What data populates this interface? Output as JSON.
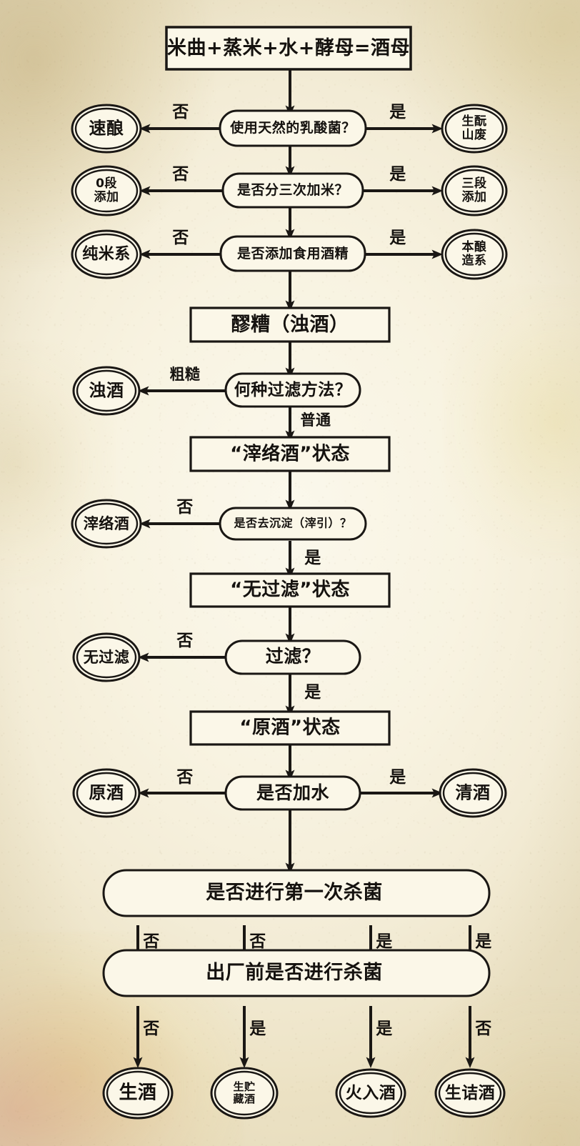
{
  "theme": {
    "paper_color": "#f7f2df",
    "ink_color": "#1a1714",
    "shape_fill": "#fbf7e8"
  },
  "diagram": {
    "title_node": {
      "label": "米曲+蒸米+水+酵母=酒母",
      "shape": "rect"
    },
    "decisions": [
      {
        "id": "d1",
        "label": "使用天然的乳酸菌？",
        "shape": "stadium"
      },
      {
        "id": "d2",
        "label": "是否分三次加米？",
        "shape": "stadium"
      },
      {
        "id": "d3",
        "label": "是否添加食用酒精",
        "shape": "stadium"
      },
      {
        "id": "d4",
        "label": "何种过滤方法？",
        "shape": "stadium"
      },
      {
        "id": "d5",
        "label": "是否去沉淀（滓引）？",
        "shape": "stadium"
      },
      {
        "id": "d6",
        "label": "过滤？",
        "shape": "stadium"
      },
      {
        "id": "d7",
        "label": "是否加水",
        "shape": "stadium"
      },
      {
        "id": "d8",
        "label": "是否进行第一次杀菌",
        "shape": "wide-stadium"
      },
      {
        "id": "d9",
        "label": "出厂前是否进行杀菌",
        "shape": "wide-stadium"
      }
    ],
    "states": [
      {
        "id": "s1",
        "label": "醪糟（浊酒）",
        "shape": "rect"
      },
      {
        "id": "s2",
        "label": "“滓络酒”状态",
        "shape": "rect"
      },
      {
        "id": "s3",
        "label": "“无过滤”状态",
        "shape": "rect"
      },
      {
        "id": "s4",
        "label": "“原酒”状态",
        "shape": "rect"
      }
    ],
    "outcomes_left": [
      {
        "id": "o1",
        "label": "速酿",
        "lines": [
          "速酿"
        ]
      },
      {
        "id": "o2",
        "label": "0段添加",
        "lines": [
          "0段",
          "添加"
        ]
      },
      {
        "id": "o3",
        "label": "纯米系",
        "lines": [
          "纯米系"
        ]
      },
      {
        "id": "o4",
        "label": "浊酒",
        "lines": [
          "浊酒"
        ]
      },
      {
        "id": "o5",
        "label": "滓络酒",
        "lines": [
          "滓络酒"
        ]
      },
      {
        "id": "o6",
        "label": "无过滤",
        "lines": [
          "无过滤"
        ]
      },
      {
        "id": "o7",
        "label": "原酒",
        "lines": [
          "原酒"
        ]
      }
    ],
    "outcomes_right": [
      {
        "id": "r1",
        "label": "生酛山废",
        "lines": [
          "生酛",
          "山废"
        ]
      },
      {
        "id": "r2",
        "label": "三段添加",
        "lines": [
          "三段",
          "添加"
        ]
      },
      {
        "id": "r3",
        "label": "本酿造系",
        "lines": [
          "本酿",
          "造系"
        ]
      },
      {
        "id": "r4",
        "label": "清酒",
        "lines": [
          "清酒"
        ]
      }
    ],
    "outcomes_bottom": [
      {
        "id": "b1",
        "label": "生酒",
        "lines": [
          "生酒"
        ]
      },
      {
        "id": "b2",
        "label": "生贮藏酒",
        "lines": [
          "生贮",
          "藏酒"
        ]
      },
      {
        "id": "b3",
        "label": "火入酒",
        "lines": [
          "火入酒"
        ]
      },
      {
        "id": "b4",
        "label": "生诘酒",
        "lines": [
          "生诘酒"
        ]
      }
    ],
    "edge_labels": {
      "no": "否",
      "yes": "是",
      "coarse": "粗糙",
      "normal": "普通"
    },
    "branch_row_1": [
      "否",
      "否",
      "是",
      "是"
    ],
    "branch_row_2": [
      "否",
      "是",
      "是",
      "否"
    ]
  }
}
